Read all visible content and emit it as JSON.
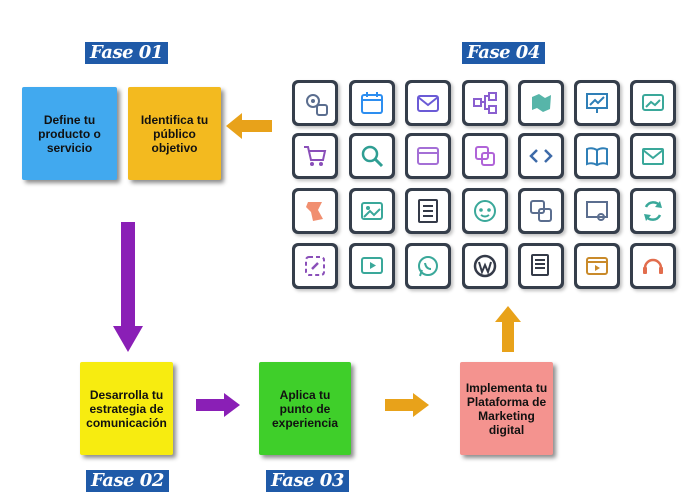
{
  "phases": {
    "fase01": "Fase 01",
    "fase02": "Fase 02",
    "fase03": "Fase 03",
    "fase04": "Fase 04"
  },
  "boxes": {
    "define": "Define tu producto o servicio",
    "identifica": "Identifica tu público objetivo",
    "desarrolla": "Desarrolla tu estrategia de comunicación",
    "aplica": "Aplica tu punto de experiencia",
    "implementa": "Implementa tu Plataforma de Marketing digital"
  },
  "colors": {
    "phase_label_bg": "#1f5aa8",
    "define": "#41a9ef",
    "identifica": "#f3ba1f",
    "desarrolla": "#f7ec10",
    "aplica": "#3fcf2a",
    "implementa": "#f4938f",
    "arrow_orange": "#e8a21a",
    "arrow_purple": "#8a1fb6"
  },
  "icons": [
    [
      "settings-app-icon",
      "calendar-icon",
      "email-inbox-icon",
      "workflow-icon",
      "map-icon",
      "presentation-icon",
      "image-chat-icon"
    ],
    [
      "shopping-cart-icon",
      "search-icon",
      "browser-window-icon",
      "copy-pages-icon",
      "code-icon",
      "open-book-icon",
      "mail-icon"
    ],
    [
      "fork-app-icon",
      "image-gallery-icon",
      "checklist-icon",
      "chatbot-icon",
      "message-image-icon",
      "certificate-icon",
      "refresh-cycle-icon"
    ],
    [
      "link-icon",
      "video-player-icon",
      "whatsapp-icon",
      "wordpress-icon",
      "documents-icon",
      "video-window-icon",
      "support-headset-icon"
    ]
  ],
  "icon_colors": [
    [
      "#5b6e8f",
      "#2d8ef0",
      "#6b5bd6",
      "#8a5fd0",
      "#3aa89a",
      "#2f7fb7",
      "#3aa89a"
    ],
    [
      "#8a4fb9",
      "#2f9e93",
      "#a46fd6",
      "#b064d8",
      "#3d6aa8",
      "#2f7fb7",
      "#3aa89a"
    ],
    [
      "#ef7b57",
      "#3aa89a",
      "#343a48",
      "#3aa89a",
      "#5b6e8f",
      "#5b6e8f",
      "#3aa89a"
    ],
    [
      "#8a4fb9",
      "#3aa89a",
      "#3aa89a",
      "#343a48",
      "#343a48",
      "#c98a2a",
      "#e26d4d"
    ]
  ]
}
